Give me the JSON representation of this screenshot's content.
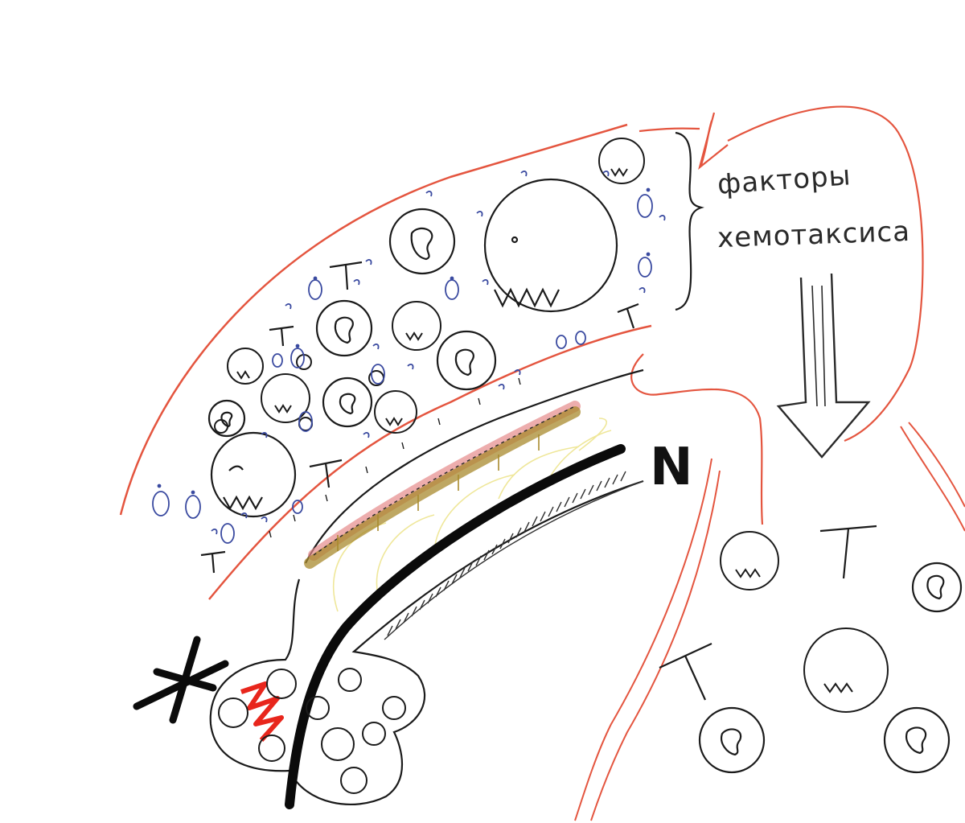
{
  "labels": {
    "factors_line1": "факторы",
    "factors_line2": "хемотаксиса",
    "nerve_letter": "N"
  },
  "colors": {
    "vessel_outline": "#e4553f",
    "cell_outline": "#1b1b1b",
    "plasma_dots": "#3a4aa0",
    "fibrin_band": "#a88a2e",
    "fibrin_pink": "#e58a8a",
    "glow": "#f2f0b0",
    "damage": "#e8261c",
    "nerve": "#0b0b0b"
  },
  "icons": [
    "neutrophil-cell",
    "macrophage-cell",
    "lymphocyte-cell",
    "platelet",
    "red-blood-cell"
  ]
}
